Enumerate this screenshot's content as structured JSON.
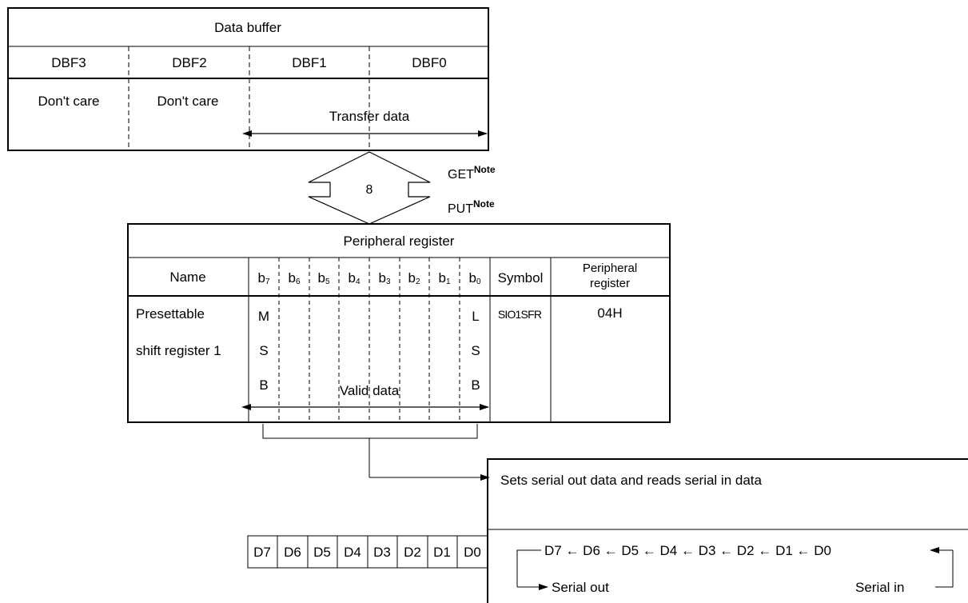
{
  "data_buffer": {
    "title": "Data buffer",
    "columns": [
      "DBF3",
      "DBF2",
      "DBF1",
      "DBF0"
    ],
    "dbf3_content": "Don't care",
    "dbf2_content": "Don't care",
    "transfer_label": "Transfer data"
  },
  "bus": {
    "width": "8",
    "get_label": "GET",
    "put_label": "PUT",
    "note_mark": "Note"
  },
  "peripheral_register": {
    "title": "Peripheral register",
    "header": {
      "name": "Name",
      "bits": [
        {
          "b": "b",
          "n": "7"
        },
        {
          "b": "b",
          "n": "6"
        },
        {
          "b": "b",
          "n": "5"
        },
        {
          "b": "b",
          "n": "4"
        },
        {
          "b": "b",
          "n": "3"
        },
        {
          "b": "b",
          "n": "2"
        },
        {
          "b": "b",
          "n": "1"
        },
        {
          "b": "b",
          "n": "0"
        }
      ],
      "symbol": "Symbol",
      "peripheral_line1": "Peripheral",
      "peripheral_line2": "register"
    },
    "row": {
      "name_line1": "Presettable",
      "name_line2": "shift register 1",
      "msb": [
        "M",
        "S",
        "B"
      ],
      "lsb": [
        "L",
        "S",
        "B"
      ],
      "valid_label": "Valid data",
      "symbol": "SIO1SFR",
      "address": "04H"
    }
  },
  "serial_box": {
    "description": "Sets serial out data and reads serial in data",
    "chain": "D7 ← D6 ← D5 ← D4 ← D3 ← D2 ← D1 ← D0",
    "serial_out": "Serial out",
    "serial_in": "Serial in"
  },
  "shift_cells": [
    "D7",
    "D6",
    "D5",
    "D4",
    "D3",
    "D2",
    "D1",
    "D0"
  ]
}
